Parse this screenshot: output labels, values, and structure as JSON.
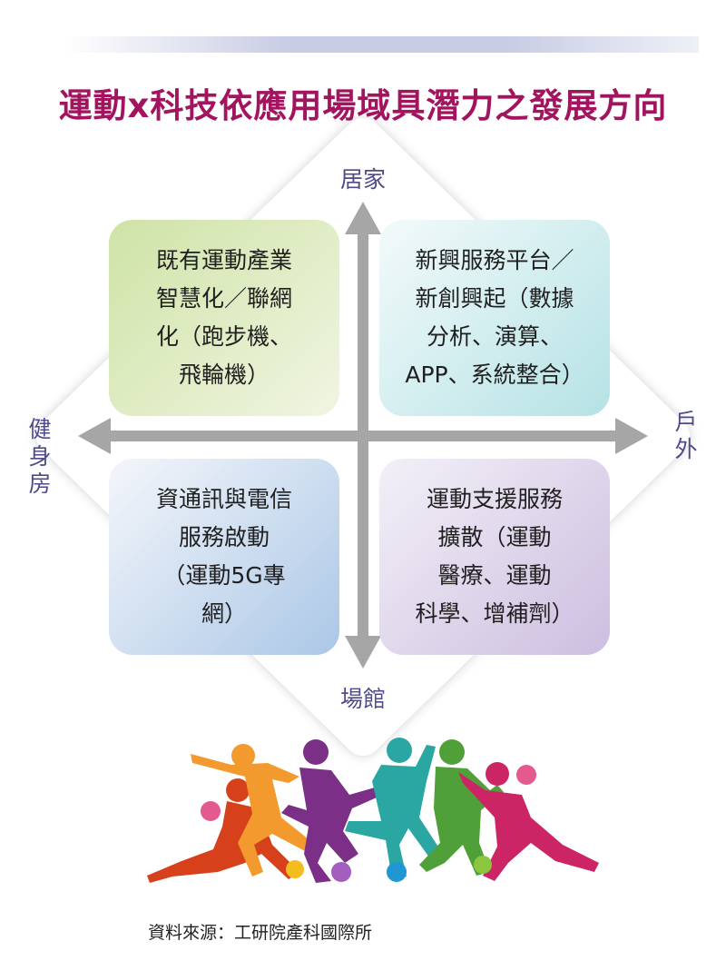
{
  "title": "運動x科技依應用場域具潛力之發展方向",
  "axes": {
    "top": "居家",
    "bottom": "場館",
    "left": "健身房",
    "right": "戶外"
  },
  "quadrants": {
    "top_left": [
      "既有運動產業",
      "智慧化／聯網",
      "化（跑步機、",
      "飛輪機）"
    ],
    "top_right": [
      "新興服務平台／",
      "新創興起（數據",
      "分析、演算、",
      "APP、系統整合）"
    ],
    "bottom_left": [
      "資通訊與電信",
      "服務啟動",
      "（運動5G專",
      "網）"
    ],
    "bottom_right": [
      "運動支援服務",
      "擴散（運動",
      "醫療、運動",
      "科學、增補劑）"
    ]
  },
  "source": "資料來源：工研院產科國際所",
  "colors": {
    "title": "#a3145f",
    "axis_label": "#4e4b8c",
    "arrow": "#a6a6a6"
  }
}
